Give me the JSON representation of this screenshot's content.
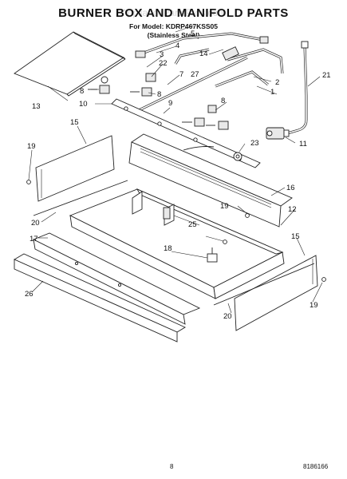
{
  "header": {
    "watermark": "AppliancePartsPros.com",
    "title": "BURNER BOX AND MANIFOLD PARTS",
    "model_line": "For Model: KDRP467KSS05",
    "finish_line": "(Stainless Steel)"
  },
  "callouts": [
    "1",
    "2",
    "3",
    "4",
    "5",
    "7",
    "8",
    "8",
    "8",
    "9",
    "10",
    "11",
    "12",
    "13",
    "14",
    "15",
    "15",
    "16",
    "17",
    "18",
    "19",
    "19",
    "19",
    "20",
    "20",
    "21",
    "22",
    "23",
    "25",
    "26",
    "27"
  ],
  "footer": {
    "page_number": "8",
    "doc_number": "8186166"
  }
}
